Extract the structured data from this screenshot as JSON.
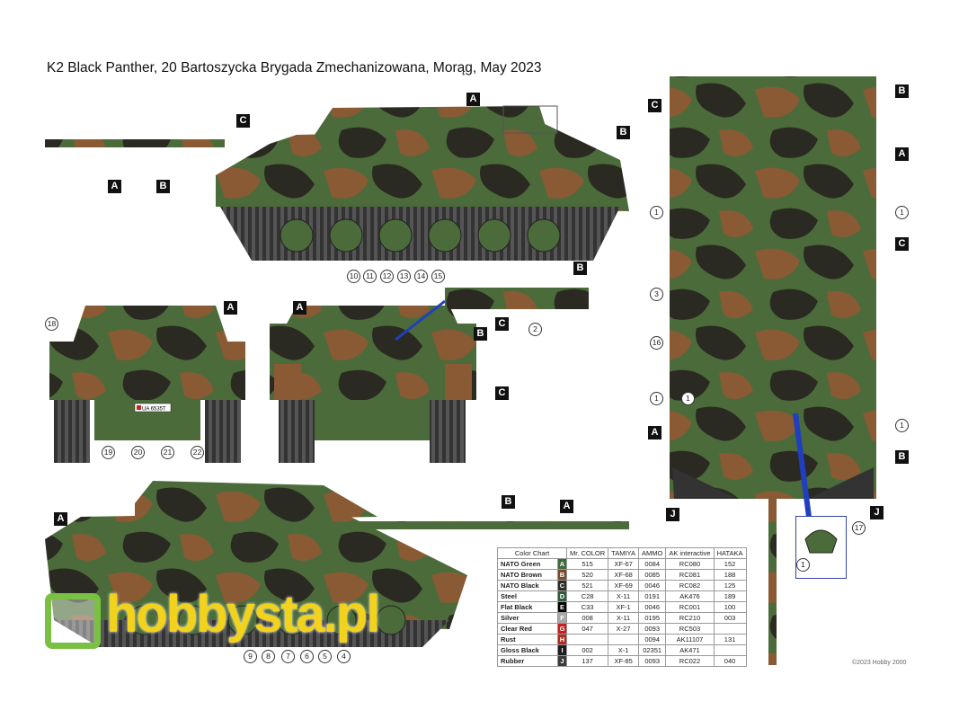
{
  "title": "K2 Black Panther, 20 Bartoszycka Brygada Zmechanizowana, Morąg, May 2023",
  "colors": {
    "nato_green": "#4b6b3a",
    "nato_brown": "#8a5a34",
    "nato_black": "#2b2a22",
    "callout_line": "#1f3fbf"
  },
  "plate_text": "UA 6535T",
  "side_view": {
    "labels": [
      "A",
      "B",
      "C",
      "A",
      "B"
    ],
    "numbers": [
      "10",
      "11",
      "12",
      "13",
      "14",
      "15"
    ]
  },
  "front_view": {
    "labels": [
      "A"
    ],
    "numbers": [
      "18",
      "19",
      "20",
      "21",
      "22"
    ]
  },
  "rear_view": {
    "labels": [
      "A",
      "B",
      "C"
    ]
  },
  "barrel_detail": {
    "labels": [
      "B",
      "C"
    ],
    "numbers": [
      "2"
    ]
  },
  "lower_side_view": {
    "labels": [
      "A",
      "B",
      "A"
    ],
    "numbers": [
      "9",
      "8",
      "7",
      "6",
      "5",
      "4"
    ]
  },
  "top_view": {
    "labels": [
      "C",
      "B",
      "A",
      "C",
      "A",
      "B",
      "J",
      "J"
    ],
    "numbers": [
      "1",
      "1",
      "1",
      "3",
      "16",
      "1",
      "1",
      "17",
      "1"
    ]
  },
  "color_chart": {
    "headers": [
      "Color Chart",
      "Mr. COLOR",
      "TAMIYA",
      "AMMO",
      "AK interactive",
      "HATAKA"
    ],
    "rows": [
      {
        "name": "NATO Green",
        "code": "A",
        "swatch": "#3f6b3a",
        "mr": "515",
        "tamiya": "XF-67",
        "ammo": "0084",
        "ak": "RC080",
        "hataka": "152"
      },
      {
        "name": "NATO Brown",
        "code": "B",
        "swatch": "#7a4a2a",
        "mr": "520",
        "tamiya": "XF-68",
        "ammo": "0085",
        "ak": "RC081",
        "hataka": "188"
      },
      {
        "name": "NATO Black",
        "code": "C",
        "swatch": "#2a2f26",
        "mr": "521",
        "tamiya": "XF-69",
        "ammo": "0046",
        "ak": "RC082",
        "hataka": "125"
      },
      {
        "name": "Steel",
        "code": "D",
        "swatch": "#2f5c3a",
        "mr": "C28",
        "tamiya": "X-11",
        "ammo": "0191",
        "ak": "AK476",
        "hataka": "189"
      },
      {
        "name": "Flat Black",
        "code": "E",
        "swatch": "#000000",
        "mr": "C33",
        "tamiya": "XF-1",
        "ammo": "0046",
        "ak": "RC001",
        "hataka": "100"
      },
      {
        "name": "Silver",
        "code": "F",
        "swatch": "#a8a8a8",
        "mr": "008",
        "tamiya": "X-11",
        "ammo": "0195",
        "ak": "RC210",
        "hataka": "003"
      },
      {
        "name": "Clear Red",
        "code": "G",
        "swatch": "#c8201c",
        "mr": "047",
        "tamiya": "X-27",
        "ammo": "0093",
        "ak": "RC503",
        "hataka": ""
      },
      {
        "name": "Rust",
        "code": "H",
        "swatch": "#b02a1e",
        "mr": "",
        "tamiya": "",
        "ammo": "0094",
        "ak": "AK11107",
        "hataka": "131"
      },
      {
        "name": "Gloss Black",
        "code": "I",
        "swatch": "#1c1c1c",
        "mr": "002",
        "tamiya": "X-1",
        "ammo": "02351",
        "ak": "AK471",
        "hataka": ""
      },
      {
        "name": "Rubber",
        "code": "J",
        "swatch": "#3a3a3a",
        "mr": "137",
        "tamiya": "XF-85",
        "ammo": "0093",
        "ak": "RC022",
        "hataka": "040"
      }
    ]
  },
  "copyright": "©2023 Hobby 2000",
  "watermark": "hobbysta.pl"
}
